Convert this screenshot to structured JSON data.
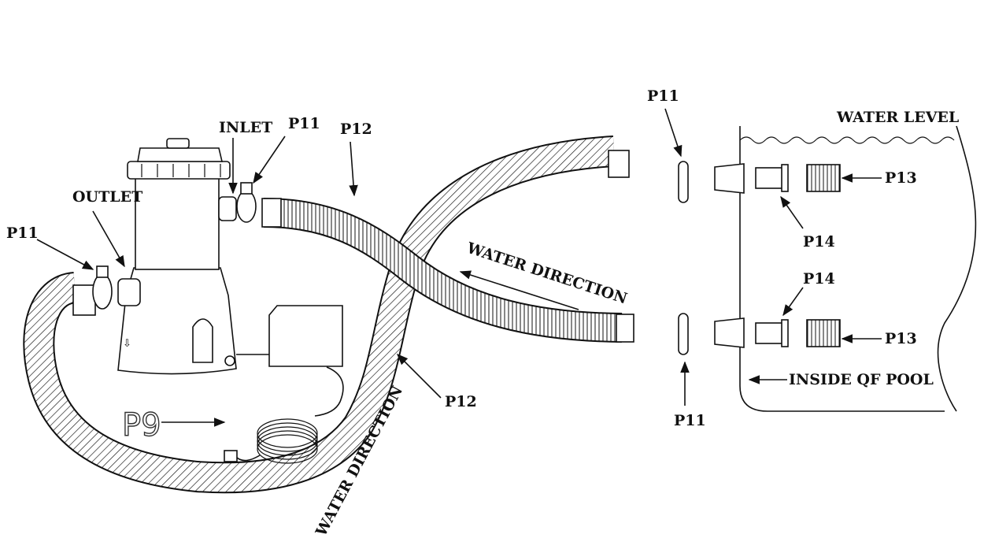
{
  "labels": {
    "inlet": "INLET",
    "outlet": "OUTLET",
    "water_level": "WATER LEVEL",
    "water_direction": "WATER DIRECTION",
    "inside_of_pool": "INSIDE QF POOL",
    "p9": "P9",
    "p11": "P11",
    "p12": "P12",
    "p13": "P13",
    "p14": "P14"
  },
  "colors": {
    "line": "#111111",
    "background": "#ffffff"
  }
}
